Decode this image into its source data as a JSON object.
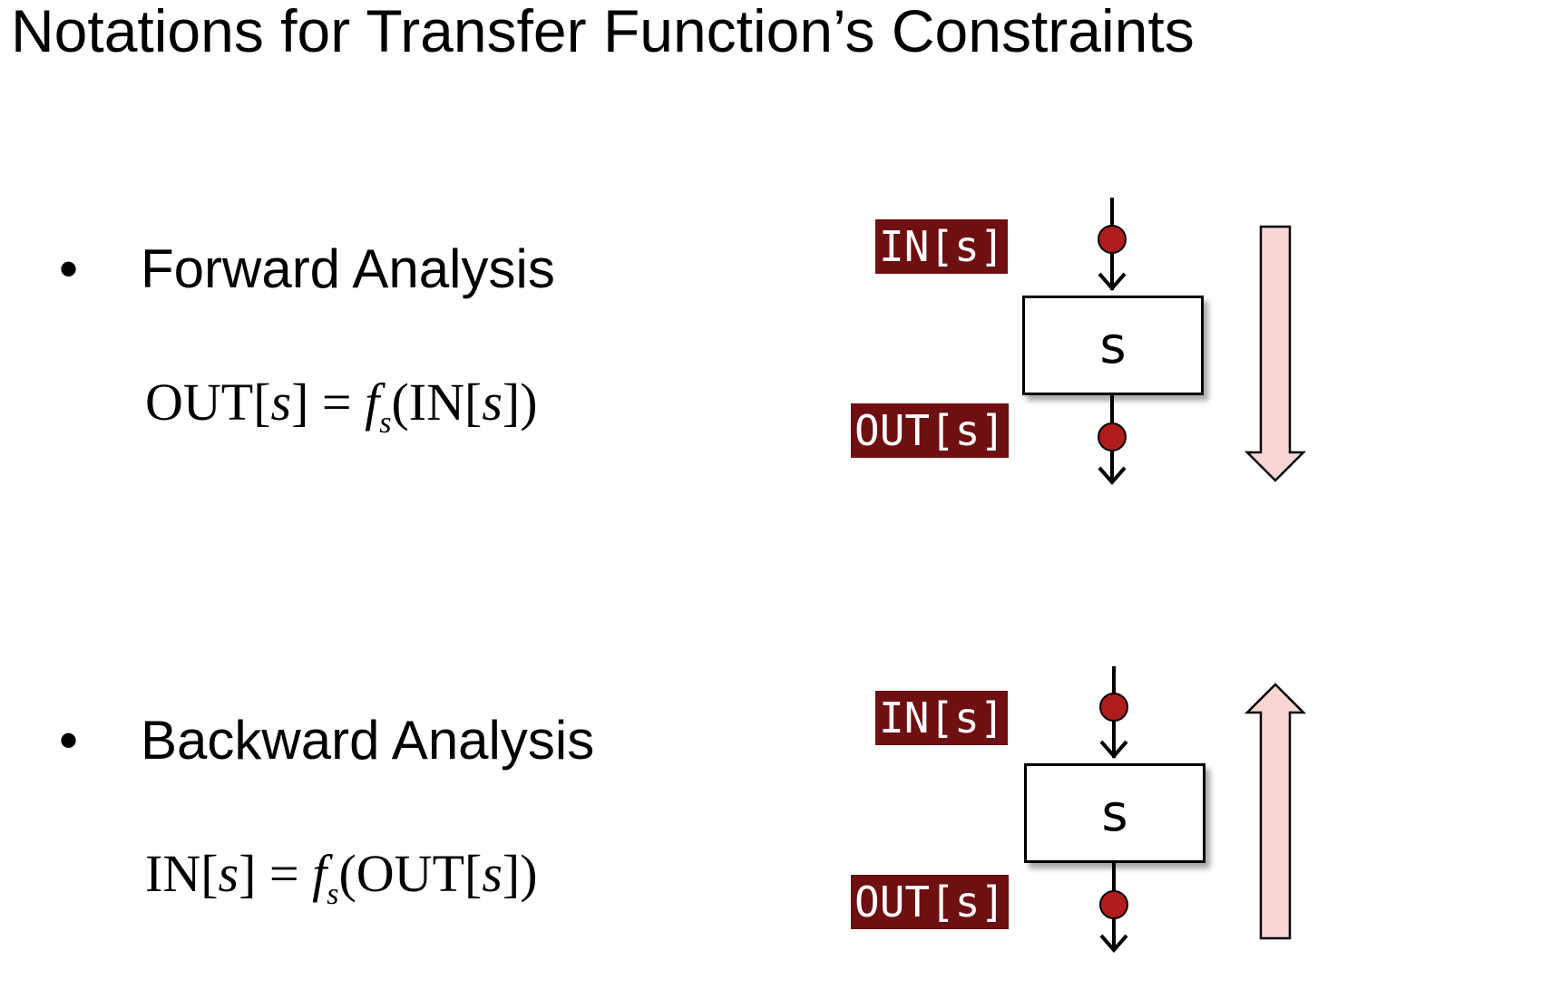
{
  "title": "Notations for Transfer Function’s Constraints",
  "forward": {
    "heading": "Forward Analysis",
    "eq": {
      "lhs_out": "OUT[",
      "lhs_s": "s",
      "lhs_close": "] =",
      "f": "f",
      "sub": "s",
      "open": "(IN[",
      "arg_s": "s",
      "close": "])"
    },
    "in_label": "IN[s]",
    "out_label": "OUT[s]",
    "node_label": "s",
    "direction": "down"
  },
  "backward": {
    "heading": "Backward Analysis",
    "eq": {
      "lhs_out": "IN[",
      "lhs_s": "s",
      "lhs_close": "] =",
      "f": "f",
      "sub": "s",
      "open": "(OUT[",
      "arg_s": "s",
      "close": "])"
    },
    "in_label": "IN[s]",
    "out_label": "OUT[s]",
    "node_label": "s",
    "direction": "up"
  },
  "colors": {
    "tag_bg": "#6e0f12",
    "dot": "#b01c1c",
    "flow_arrow_fill": "#f9d6d5"
  }
}
